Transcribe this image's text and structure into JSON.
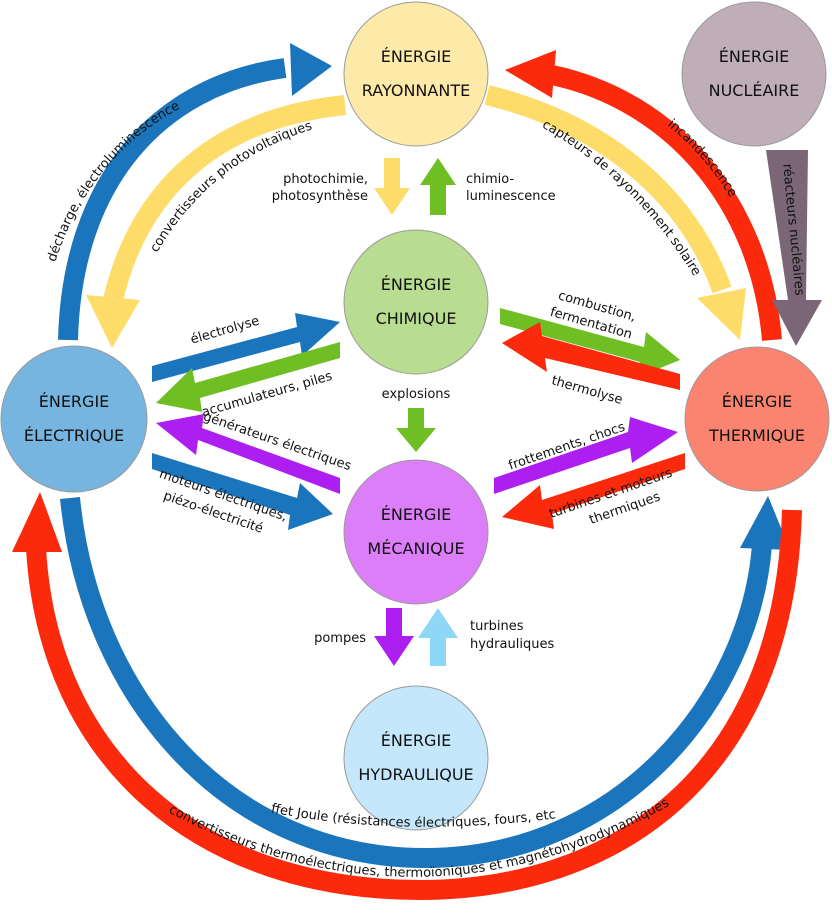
{
  "colors": {
    "blue": "#1a75bc",
    "red": "#fc2a0d",
    "yellow": "#fddc6a",
    "green": "#6fbe24",
    "purple": "#ad1ff0",
    "lightblue": "#8fd7f7",
    "mauve": "#7b6678"
  },
  "nodes": {
    "rayonnante": {
      "line1": "ÉNERGIE",
      "line2": "RAYONNANTE",
      "fill": "#fde9a8"
    },
    "nucleaire": {
      "line1": "ÉNERGIE",
      "line2": "NUCLÉAIRE",
      "fill": "#bfaeb8"
    },
    "chimique": {
      "line1": "ÉNERGIE",
      "line2": "CHIMIQUE",
      "fill": "#b8dc90"
    },
    "electrique": {
      "line1": "ÉNERGIE",
      "line2": "ÉLECTRIQUE",
      "fill": "#75b5e0"
    },
    "thermique": {
      "line1": "ÉNERGIE",
      "line2": "THERMIQUE",
      "fill": "#fb8470"
    },
    "mecanique": {
      "line1": "ÉNERGIE",
      "line2": "MÉCANIQUE",
      "fill": "#dc7ef8"
    },
    "hydraulique": {
      "line1": "ÉNERGIE",
      "line2": "HYDRAULIQUE",
      "fill": "#c5e7fb"
    }
  },
  "labels": {
    "electroluminescence": "décharge, électroluminescence",
    "photovoltaiques": "convertisseurs photovoltaïques",
    "incandescence": "incandescence",
    "capteurs_solaire": "capteurs de rayonnement solaire",
    "reacteurs": "réacteurs nucléaires",
    "photochimie_1": "photochimie,",
    "photochimie_2": "photosynthèse",
    "chimio_1": "chimio-",
    "chimio_2": "luminescence",
    "electrolyse": "électrolyse",
    "accumulateurs": "accumulateurs, piles",
    "combustion_1": "combustion,",
    "combustion_2": "fermentation",
    "thermolyse": "thermolyse",
    "explosions": "explosions",
    "generateurs": "générateurs électriques",
    "moteurs_1": "moteurs électriques,",
    "moteurs_2": "piézo-électricité",
    "frottements": "frottements, chocs",
    "turbines_moteurs_1": "turbines et moteurs",
    "turbines_moteurs_2": "thermiques",
    "pompes": "pompes",
    "turbines_hydro_1": "turbines",
    "turbines_hydro_2": "hydrauliques",
    "effet_joule": "effet Joule (résistances électriques, fours, etc.)",
    "thermoelectriques": "convertisseurs thermoélectriques, thermoïoniques et magnétohydrodynamiques"
  }
}
